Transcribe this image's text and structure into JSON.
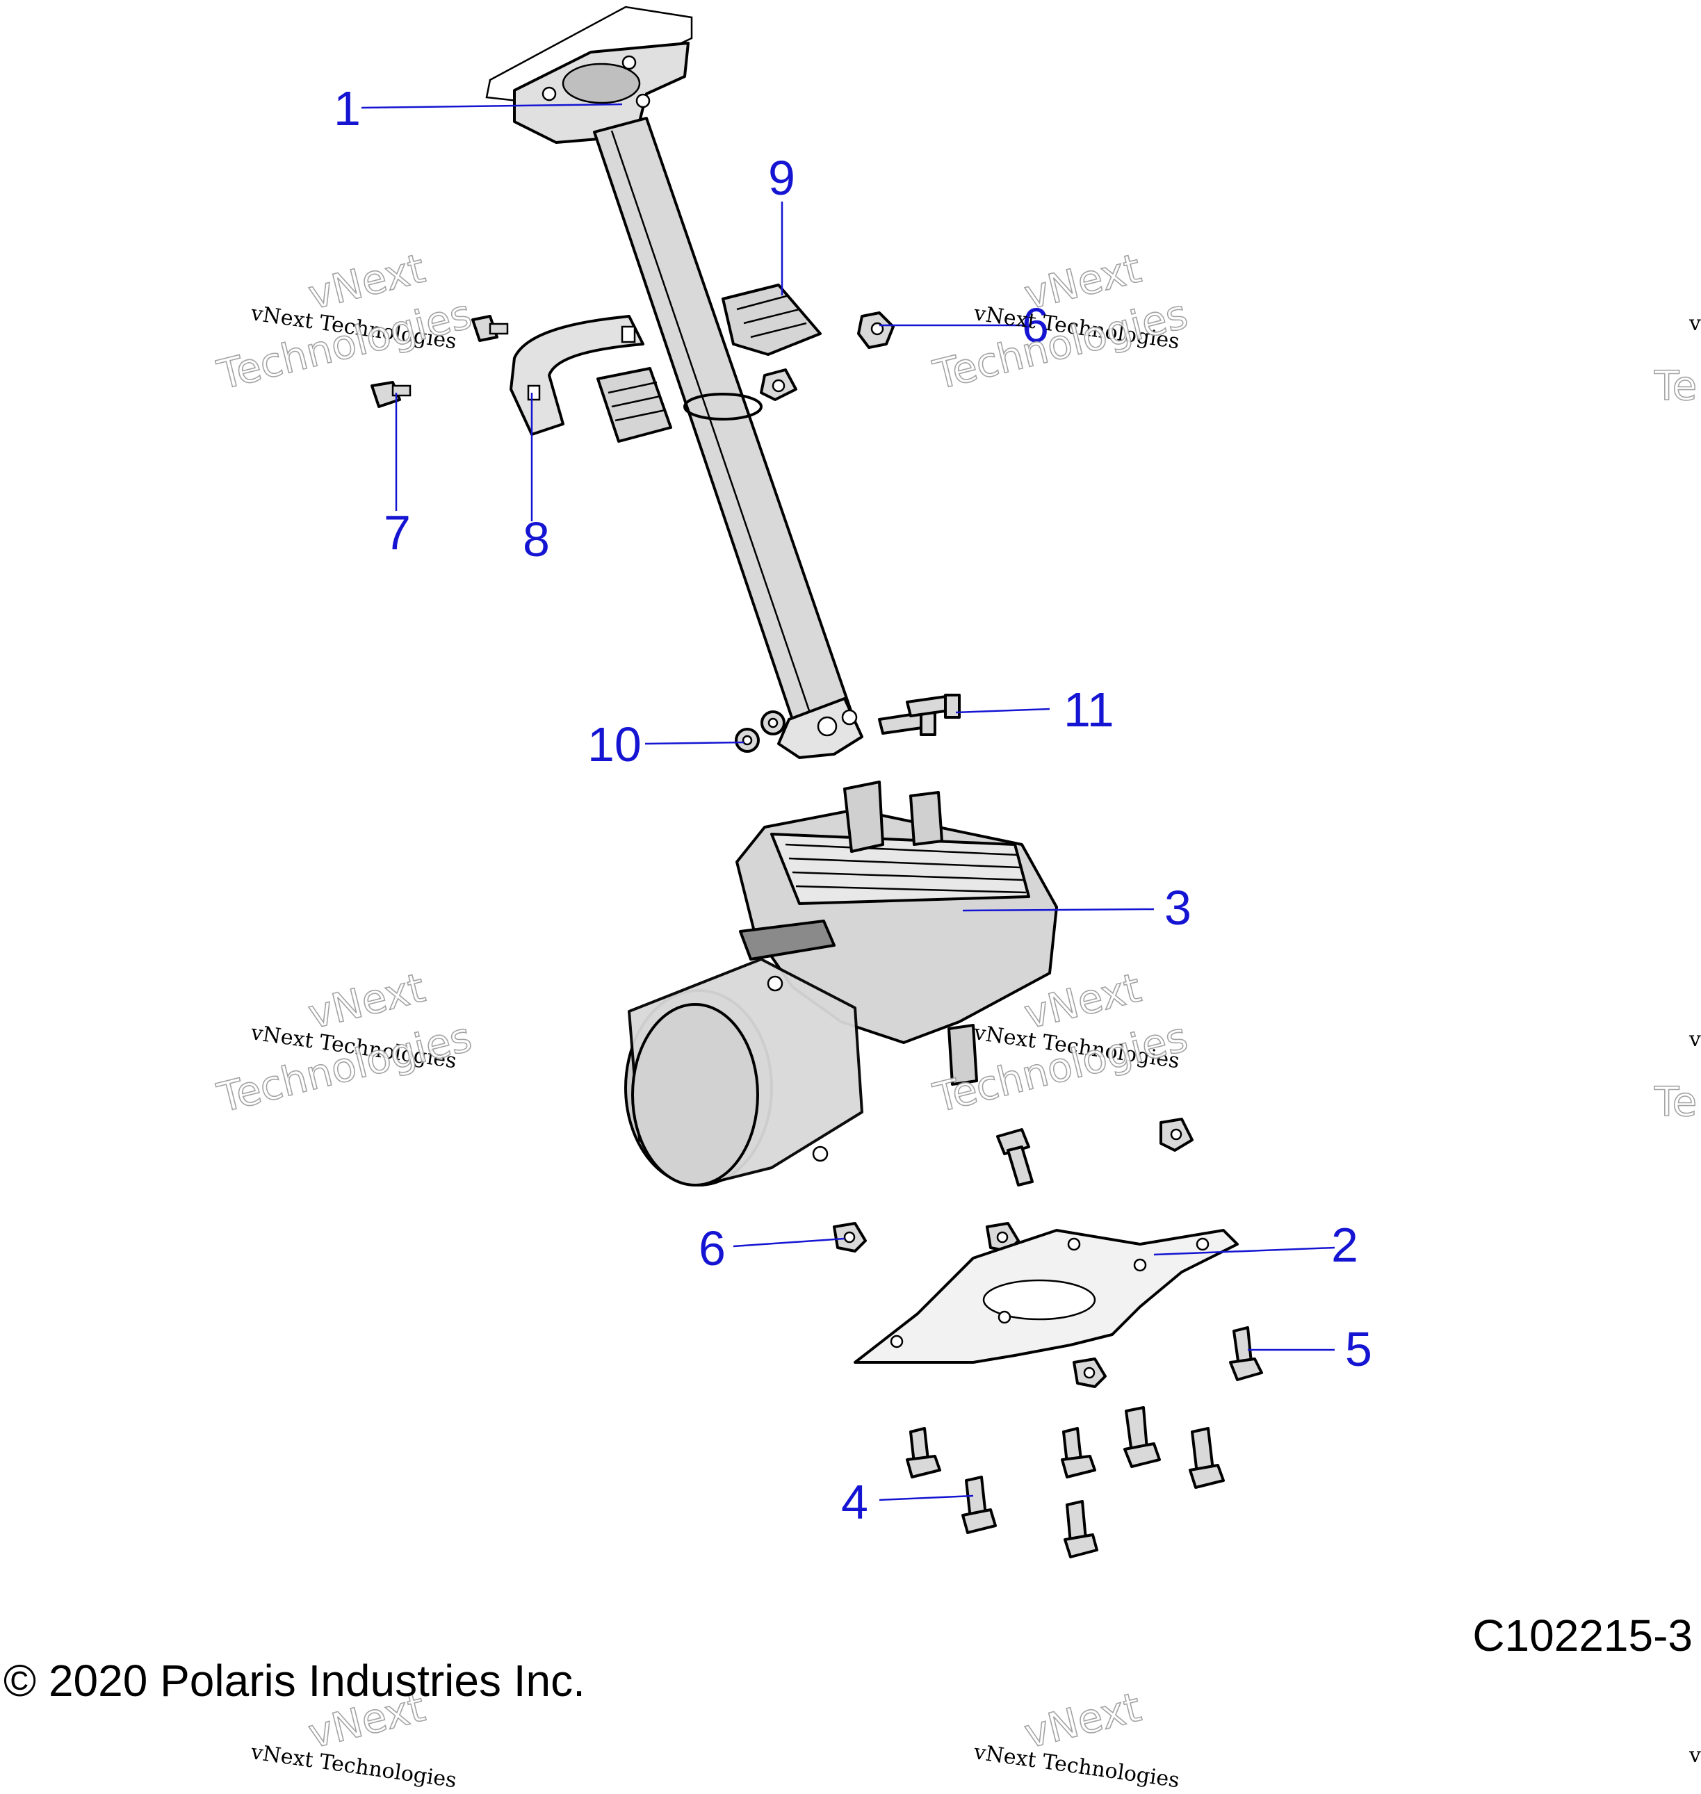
{
  "diagram": {
    "figure_id": "C102215-3",
    "copyright": "© 2020 Polaris Industries Inc.",
    "watermark": {
      "line1": "vNext Technologies",
      "line2": "vNext",
      "line3": "Technologies",
      "edge_fragment_a": "v",
      "edge_fragment_b": "Te"
    },
    "callouts": [
      {
        "id": "1",
        "label": "1"
      },
      {
        "id": "2",
        "label": "2"
      },
      {
        "id": "3",
        "label": "3"
      },
      {
        "id": "4",
        "label": "4"
      },
      {
        "id": "5",
        "label": "5"
      },
      {
        "id": "6a",
        "label": "6"
      },
      {
        "id": "6b",
        "label": "6"
      },
      {
        "id": "7",
        "label": "7"
      },
      {
        "id": "8",
        "label": "8"
      },
      {
        "id": "9",
        "label": "9"
      },
      {
        "id": "10",
        "label": "10"
      },
      {
        "id": "11",
        "label": "11"
      }
    ],
    "colors": {
      "callout": "#1414d2",
      "part_fill": "#d9d9d9",
      "line": "#000000"
    }
  }
}
